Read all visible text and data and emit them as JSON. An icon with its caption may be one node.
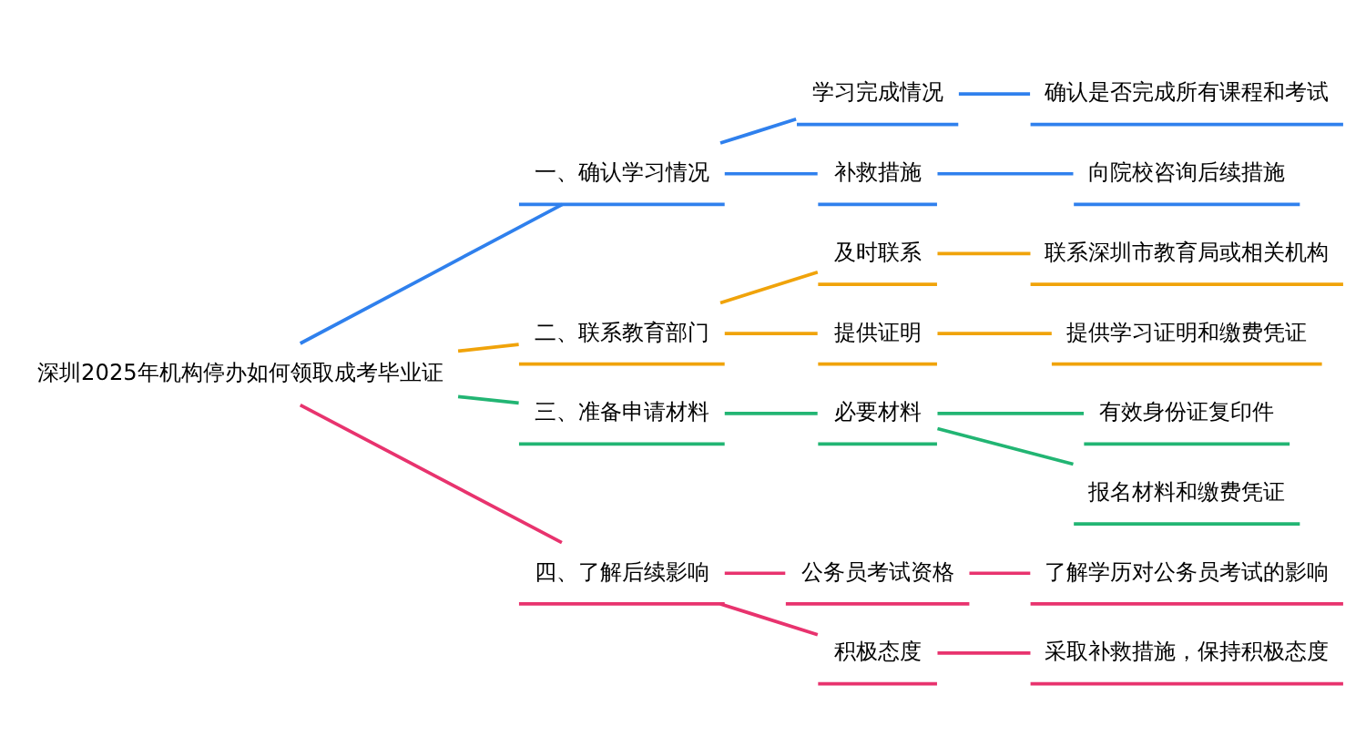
{
  "diagram": {
    "nodes": [
      {
        "text": [
          "深圳2025年机构停办如何领取成考毕业证"
        ]
      },
      {
        "text": [
          "一、确认学习情况"
        ]
      },
      {
        "text": [
          "学习完成情况"
        ]
      },
      {
        "text": [
          "确认是否完成所有课程和考试"
        ]
      },
      {
        "text": [
          "补救措施"
        ]
      },
      {
        "text": [
          "向院校咨询后续措施"
        ]
      },
      {
        "text": [
          "二、联系教育部门"
        ]
      },
      {
        "text": [
          "及时联系"
        ]
      },
      {
        "text": [
          "联系深圳市教育局或相关机构"
        ]
      },
      {
        "text": [
          "提供证明"
        ]
      },
      {
        "text": [
          "提供学习证明和缴费凭证"
        ]
      },
      {
        "text": [
          "三、准备申请材料"
        ]
      },
      {
        "text": [
          "必要材料"
        ]
      },
      {
        "text": [
          "有效身份证复印件"
        ]
      },
      {
        "text": [
          "报名材料和缴费凭证"
        ]
      },
      {
        "text": [
          "四、了解后续影响"
        ]
      },
      {
        "text": [
          "公务员考试资格"
        ]
      },
      {
        "text": [
          "了解学历对公务员考试的影响"
        ]
      },
      {
        "text": [
          "积极态度"
        ]
      },
      {
        "text": [
          "采取补救措施，保持积极态度"
        ]
      }
    ],
    "edges": [
      {
        "from": 0,
        "to": 1,
        "arrow": "none",
        "color": "#2f80ed"
      },
      {
        "from": 1,
        "to": 2,
        "arrow": "none",
        "color": "#2f80ed"
      },
      {
        "from": 2,
        "to": 3,
        "arrow": "none",
        "color": "#2f80ed"
      },
      {
        "from": 1,
        "to": 4,
        "arrow": "none",
        "color": "#2f80ed"
      },
      {
        "from": 4,
        "to": 5,
        "arrow": "none",
        "color": "#2f80ed"
      },
      {
        "from": 0,
        "to": 6,
        "arrow": "none",
        "color": "#f0a30a"
      },
      {
        "from": 6,
        "to": 7,
        "arrow": "none",
        "color": "#f0a30a"
      },
      {
        "from": 7,
        "to": 8,
        "arrow": "none",
        "color": "#f0a30a"
      },
      {
        "from": 6,
        "to": 9,
        "arrow": "none",
        "color": "#f0a30a"
      },
      {
        "from": 9,
        "to": 10,
        "arrow": "none",
        "color": "#f0a30a"
      },
      {
        "from": 0,
        "to": 11,
        "arrow": "none",
        "color": "#22b573"
      },
      {
        "from": 11,
        "to": 12,
        "arrow": "none",
        "color": "#22b573"
      },
      {
        "from": 12,
        "to": 13,
        "arrow": "none",
        "color": "#22b573"
      },
      {
        "from": 12,
        "to": 14,
        "arrow": "none",
        "color": "#22b573"
      },
      {
        "from": 0,
        "to": 15,
        "arrow": "none",
        "color": "#e8336e"
      },
      {
        "from": 15,
        "to": 16,
        "arrow": "none",
        "color": "#e8336e"
      },
      {
        "from": 16,
        "to": 17,
        "arrow": "none",
        "color": "#e8336e"
      },
      {
        "from": 15,
        "to": 18,
        "arrow": "none",
        "color": "#e8336e"
      },
      {
        "from": 18,
        "to": 19,
        "arrow": "none",
        "color": "#e8336e"
      }
    ]
  }
}
